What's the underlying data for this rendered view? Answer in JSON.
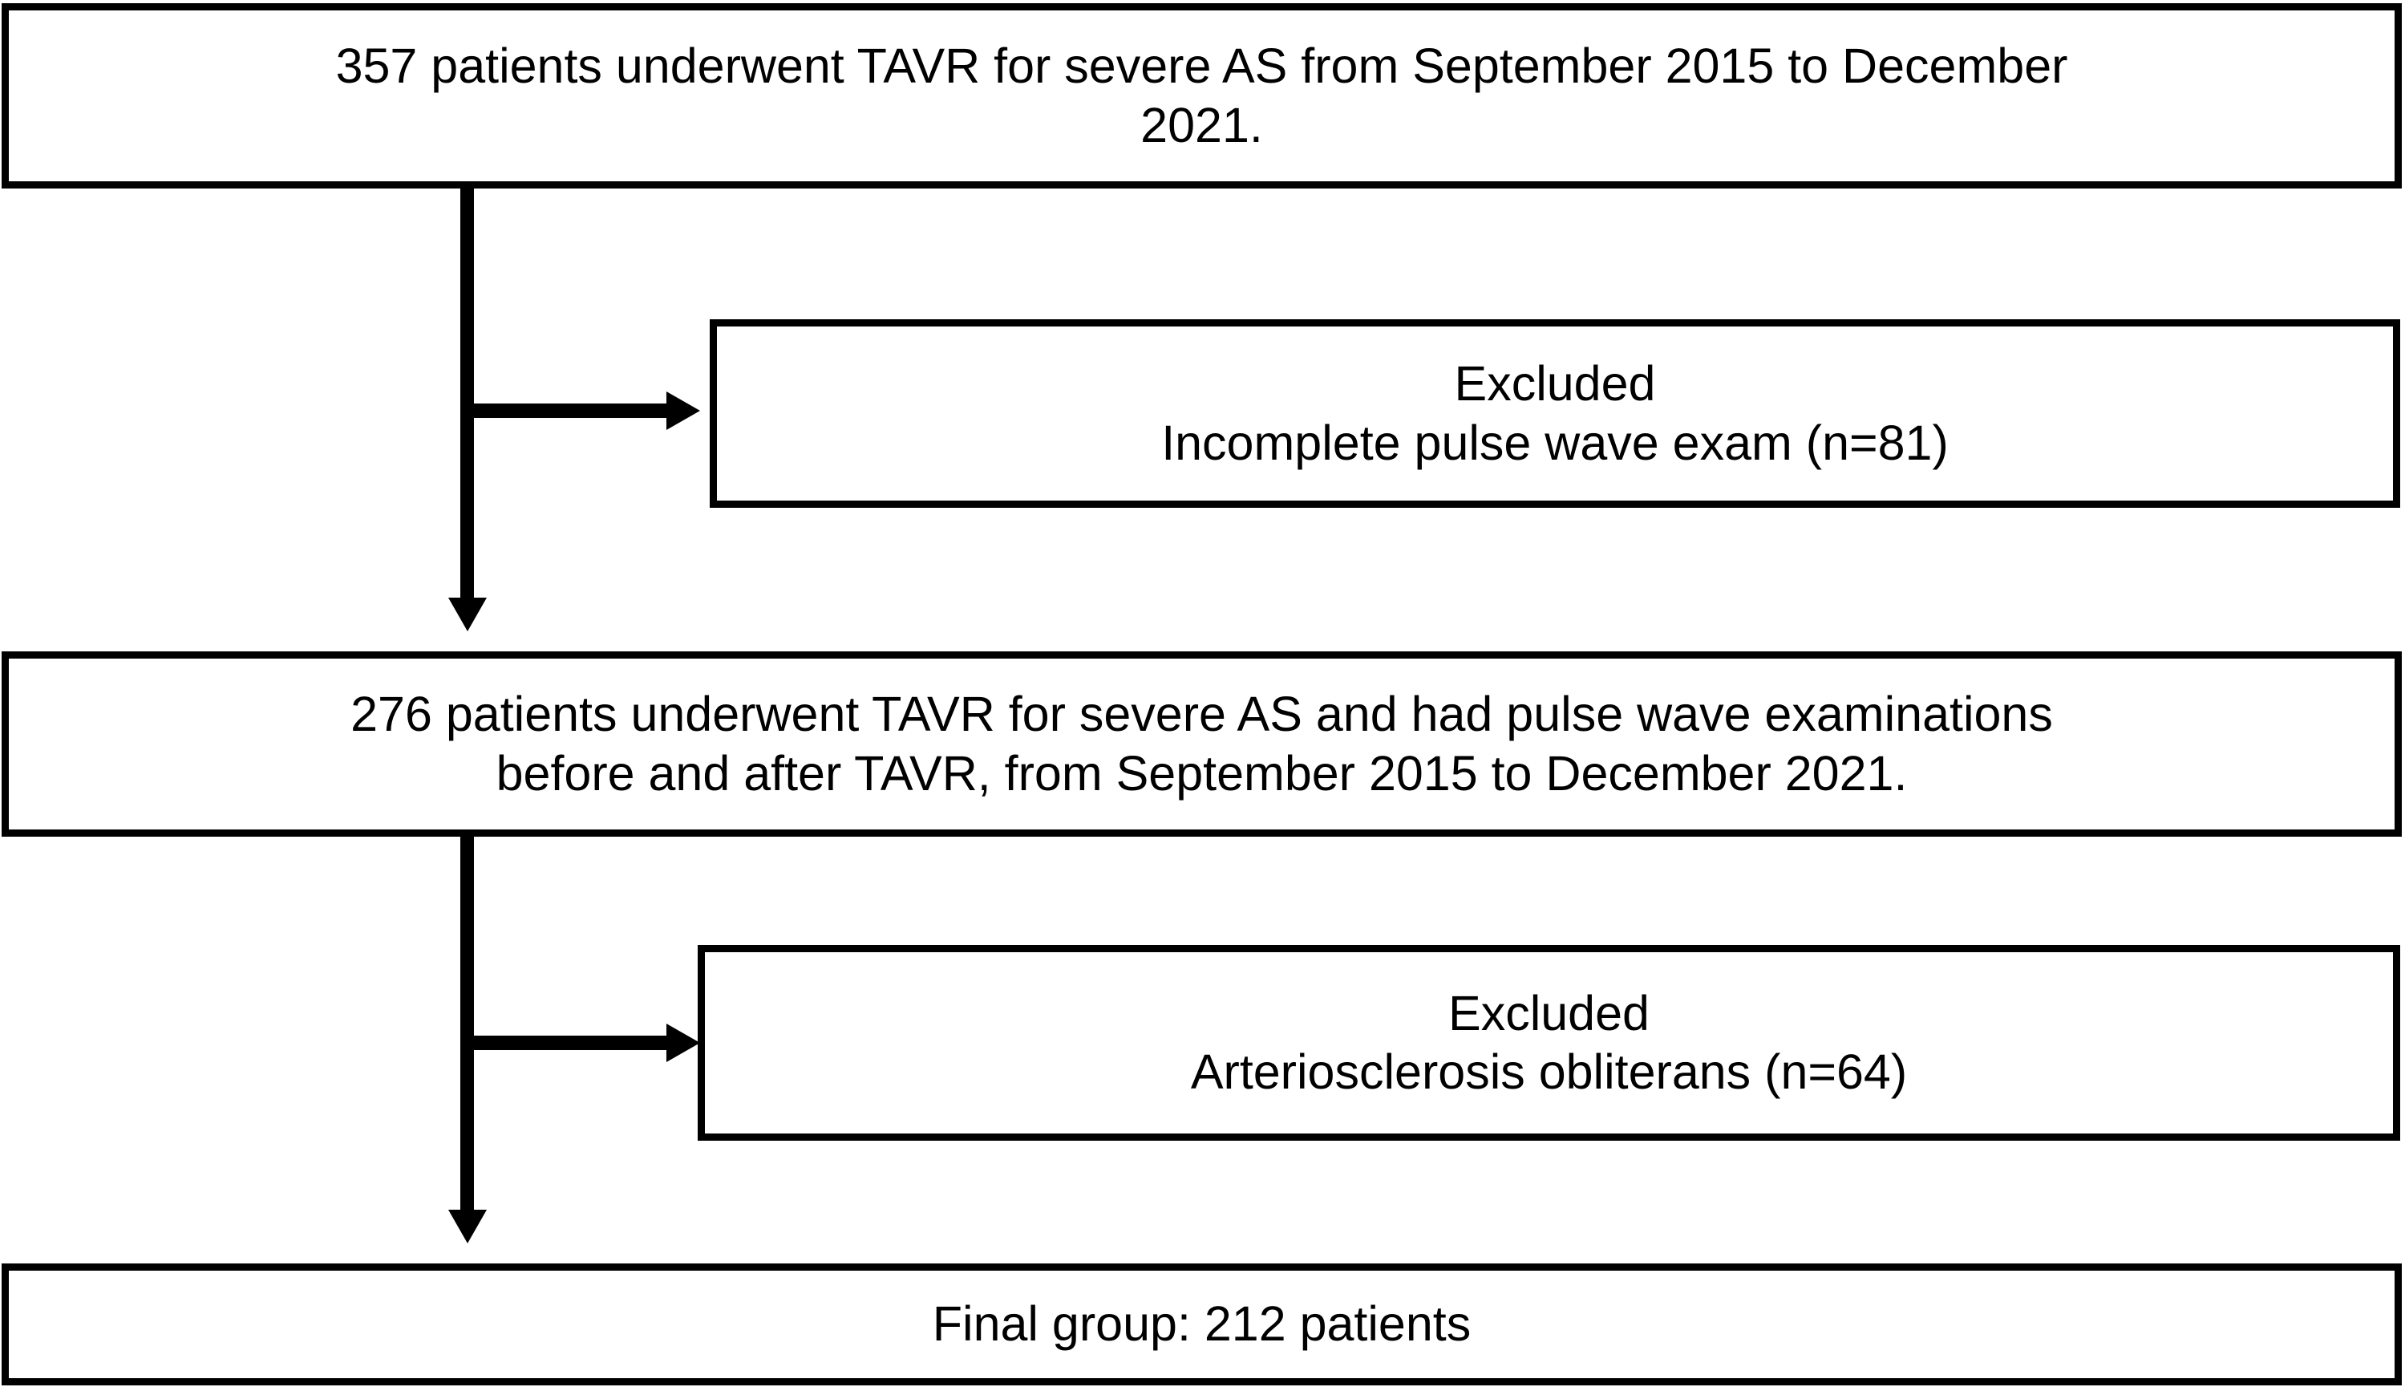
{
  "figure": {
    "type": "flowchart",
    "orientation": "top-to-bottom",
    "background_color": "#ffffff",
    "line_color": "#000000"
  },
  "nodes": {
    "enrolled": {
      "id": "enrolled",
      "lines": [
        "357 patients underwent TAVR for severe AS from September 2015 to December",
        "2021."
      ],
      "count": 357
    },
    "excluded_1": {
      "id": "excluded-1",
      "lines": [
        "Excluded",
        "Incomplete pulse wave exam (n=81)"
      ],
      "count": 81
    },
    "eligible": {
      "id": "eligible",
      "lines": [
        "276 patients underwent TAVR for severe AS and had pulse wave examinations",
        "before and after TAVR, from September 2015 to December 2021."
      ],
      "count": 276
    },
    "excluded_2": {
      "id": "excluded-2",
      "lines": [
        "Excluded",
        "Arteriosclerosis obliterans (n=64)"
      ],
      "count": 64
    },
    "final": {
      "id": "final",
      "lines": [
        "Final group: 212 patients"
      ],
      "count": 212
    }
  },
  "connectors": {
    "stem_1": {
      "from": "enrolled",
      "to": "eligible",
      "style": "arrow-down"
    },
    "branch_1": {
      "from": "enrolled",
      "to": "excluded_1",
      "style": "arrow-right"
    },
    "stem_2": {
      "from": "eligible",
      "to": "final",
      "style": "arrow-down"
    },
    "branch_2": {
      "from": "eligible",
      "to": "excluded_2",
      "style": "arrow-right"
    }
  }
}
